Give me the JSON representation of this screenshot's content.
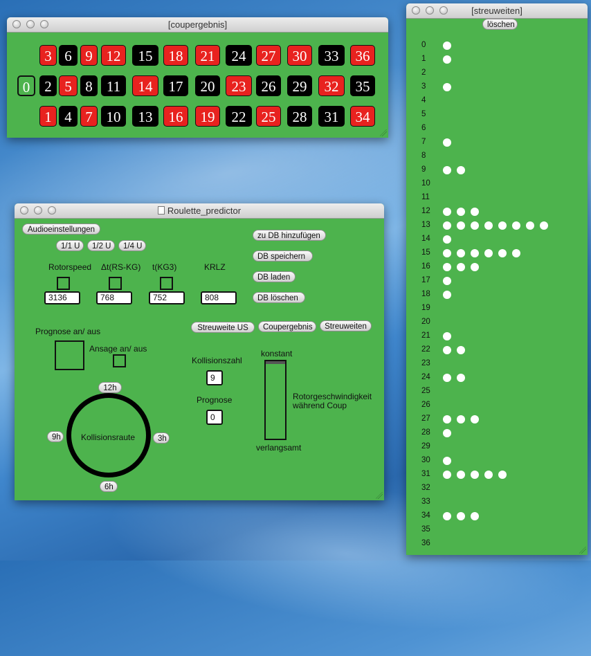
{
  "coup_window": {
    "title": "[coupergebnis]",
    "zero": "0",
    "rows": [
      [
        {
          "n": "3",
          "c": "red"
        },
        {
          "n": "6",
          "c": "black"
        },
        {
          "n": "9",
          "c": "red"
        },
        {
          "n": "12",
          "c": "red"
        },
        {
          "n": "15",
          "c": "black"
        },
        {
          "n": "18",
          "c": "red"
        },
        {
          "n": "21",
          "c": "red"
        },
        {
          "n": "24",
          "c": "black"
        },
        {
          "n": "27",
          "c": "red"
        },
        {
          "n": "30",
          "c": "red"
        },
        {
          "n": "33",
          "c": "black"
        },
        {
          "n": "36",
          "c": "red"
        }
      ],
      [
        {
          "n": "2",
          "c": "black"
        },
        {
          "n": "5",
          "c": "red"
        },
        {
          "n": "8",
          "c": "black"
        },
        {
          "n": "11",
          "c": "black"
        },
        {
          "n": "14",
          "c": "red"
        },
        {
          "n": "17",
          "c": "black"
        },
        {
          "n": "20",
          "c": "black"
        },
        {
          "n": "23",
          "c": "red"
        },
        {
          "n": "26",
          "c": "black"
        },
        {
          "n": "29",
          "c": "black"
        },
        {
          "n": "32",
          "c": "red"
        },
        {
          "n": "35",
          "c": "black"
        }
      ],
      [
        {
          "n": "1",
          "c": "red"
        },
        {
          "n": "4",
          "c": "black"
        },
        {
          "n": "7",
          "c": "red"
        },
        {
          "n": "10",
          "c": "black"
        },
        {
          "n": "13",
          "c": "black"
        },
        {
          "n": "16",
          "c": "red"
        },
        {
          "n": "19",
          "c": "red"
        },
        {
          "n": "22",
          "c": "black"
        },
        {
          "n": "25",
          "c": "red"
        },
        {
          "n": "28",
          "c": "black"
        },
        {
          "n": "31",
          "c": "black"
        },
        {
          "n": "34",
          "c": "red"
        }
      ]
    ]
  },
  "predictor": {
    "title": "Roulette_predictor",
    "audio_button": "Audioeinstellungen",
    "speed_buttons": [
      "1/1 U",
      "1/2 U",
      "1/4 U"
    ],
    "columns": [
      {
        "label": "Rotorspeed",
        "value": "3136"
      },
      {
        "label": "Δt(RS-KG)",
        "value": "768"
      },
      {
        "label": "t(KG3)",
        "value": "752"
      },
      {
        "label": "KRLZ",
        "value": "808"
      }
    ],
    "db_buttons": [
      "zu DB hinzufügen",
      "DB speichern",
      "DB laden",
      "DB löschen"
    ],
    "view_buttons": [
      "Streuweite US",
      "Coupergebnis",
      "Streuweiten"
    ],
    "prognose_toggle_label": "Prognose an/ aus",
    "ansage_label": "Ansage an/ aus",
    "kollisionszahl_label": "Kollisionszahl",
    "kollisionszahl_value": "9",
    "prognose_label": "Prognose",
    "prognose_value": "0",
    "clock_labels": {
      "top": "12h",
      "right": "3h",
      "bottom": "6h",
      "left": "9h"
    },
    "circle_label": "Kollisionsraute",
    "slider_top_label": "konstant",
    "slider_bottom_label": "verlangsamt",
    "slider_caption_1": "Rotorgeschwindigkeit",
    "slider_caption_2": "während Coup"
  },
  "streu_window": {
    "title": "[streuweiten]",
    "clear_button": "löschen",
    "rows": [
      {
        "n": "0",
        "dots": 1
      },
      {
        "n": "1",
        "dots": 1
      },
      {
        "n": "2",
        "dots": 0
      },
      {
        "n": "3",
        "dots": 1
      },
      {
        "n": "4",
        "dots": 0
      },
      {
        "n": "5",
        "dots": 0
      },
      {
        "n": "6",
        "dots": 0
      },
      {
        "n": "7",
        "dots": 1
      },
      {
        "n": "8",
        "dots": 0
      },
      {
        "n": "9",
        "dots": 2
      },
      {
        "n": "10",
        "dots": 0
      },
      {
        "n": "11",
        "dots": 0
      },
      {
        "n": "12",
        "dots": 3
      },
      {
        "n": "13",
        "dots": 8
      },
      {
        "n": "14",
        "dots": 1
      },
      {
        "n": "15",
        "dots": 6
      },
      {
        "n": "16",
        "dots": 3
      },
      {
        "n": "17",
        "dots": 1
      },
      {
        "n": "18",
        "dots": 1
      },
      {
        "n": "19",
        "dots": 0
      },
      {
        "n": "20",
        "dots": 0
      },
      {
        "n": "21",
        "dots": 1
      },
      {
        "n": "22",
        "dots": 2
      },
      {
        "n": "23",
        "dots": 0
      },
      {
        "n": "24",
        "dots": 2
      },
      {
        "n": "25",
        "dots": 0
      },
      {
        "n": "26",
        "dots": 0
      },
      {
        "n": "27",
        "dots": 3
      },
      {
        "n": "28",
        "dots": 1
      },
      {
        "n": "29",
        "dots": 0
      },
      {
        "n": "30",
        "dots": 1
      },
      {
        "n": "31",
        "dots": 5
      },
      {
        "n": "32",
        "dots": 0
      },
      {
        "n": "33",
        "dots": 0
      },
      {
        "n": "34",
        "dots": 3
      },
      {
        "n": "35",
        "dots": 0
      },
      {
        "n": "36",
        "dots": 0
      }
    ]
  },
  "colors": {
    "panel_green": "#4db34d",
    "red": "#e8221f",
    "black": "#000000"
  }
}
